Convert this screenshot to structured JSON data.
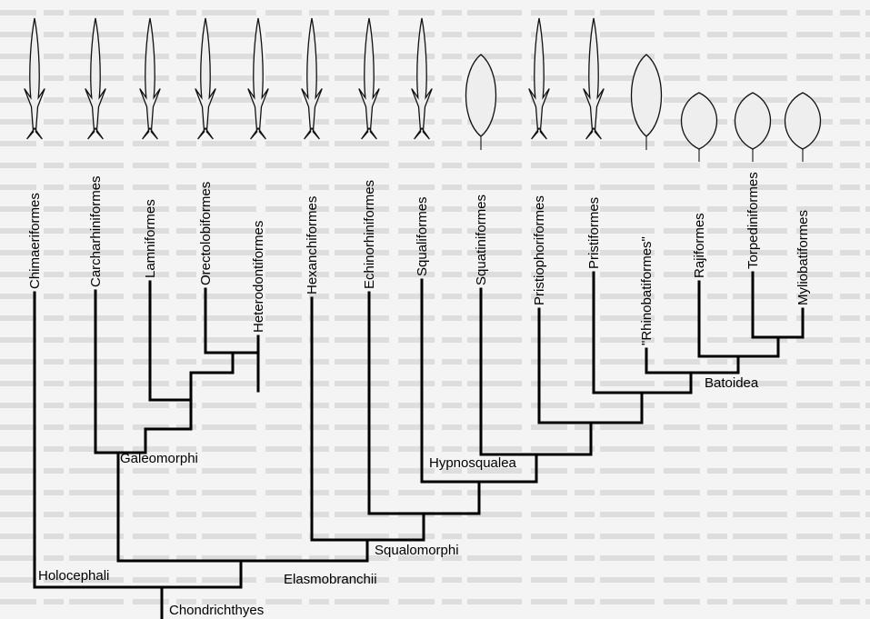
{
  "taxa": [
    {
      "label": "Chimaeriformes",
      "icon": "chimaera-icon"
    },
    {
      "label": "Carcharhiniformes",
      "icon": "shark-icon"
    },
    {
      "label": "Lamniformes",
      "icon": "shark-icon"
    },
    {
      "label": "Orectolobiformes",
      "icon": "shark-icon"
    },
    {
      "label": "Heterodontiformes",
      "icon": "shark-icon"
    },
    {
      "label": "Hexanchiformes",
      "icon": "shark-icon"
    },
    {
      "label": "Echinorhiniformes",
      "icon": "shark-icon"
    },
    {
      "label": "Squaliformes",
      "icon": "shark-icon"
    },
    {
      "label": "Squatiniformes",
      "icon": "angelshark-icon"
    },
    {
      "label": "Pristiophoriformes",
      "icon": "sawshark-icon"
    },
    {
      "label": "Pristiformes",
      "icon": "sawfish-icon"
    },
    {
      "label": "\"Rhinobatiformes\"",
      "icon": "guitarfish-icon"
    },
    {
      "label": "Rajiformes",
      "icon": "skate-icon"
    },
    {
      "label": "Torpediniformes",
      "icon": "electric-ray-icon"
    },
    {
      "label": "Myliobatiformes",
      "icon": "stingray-icon"
    }
  ],
  "clades": {
    "chondrichthyes": "Chondrichthyes",
    "holocephali": "Holocephali",
    "elasmobranchii": "Elasmobranchii",
    "galeomorphi": "Galeomorphi",
    "squalomorphi": "Squalomorphi",
    "hypnosqualea": "Hypnosqualea",
    "batoidea": "Batoidea"
  }
}
